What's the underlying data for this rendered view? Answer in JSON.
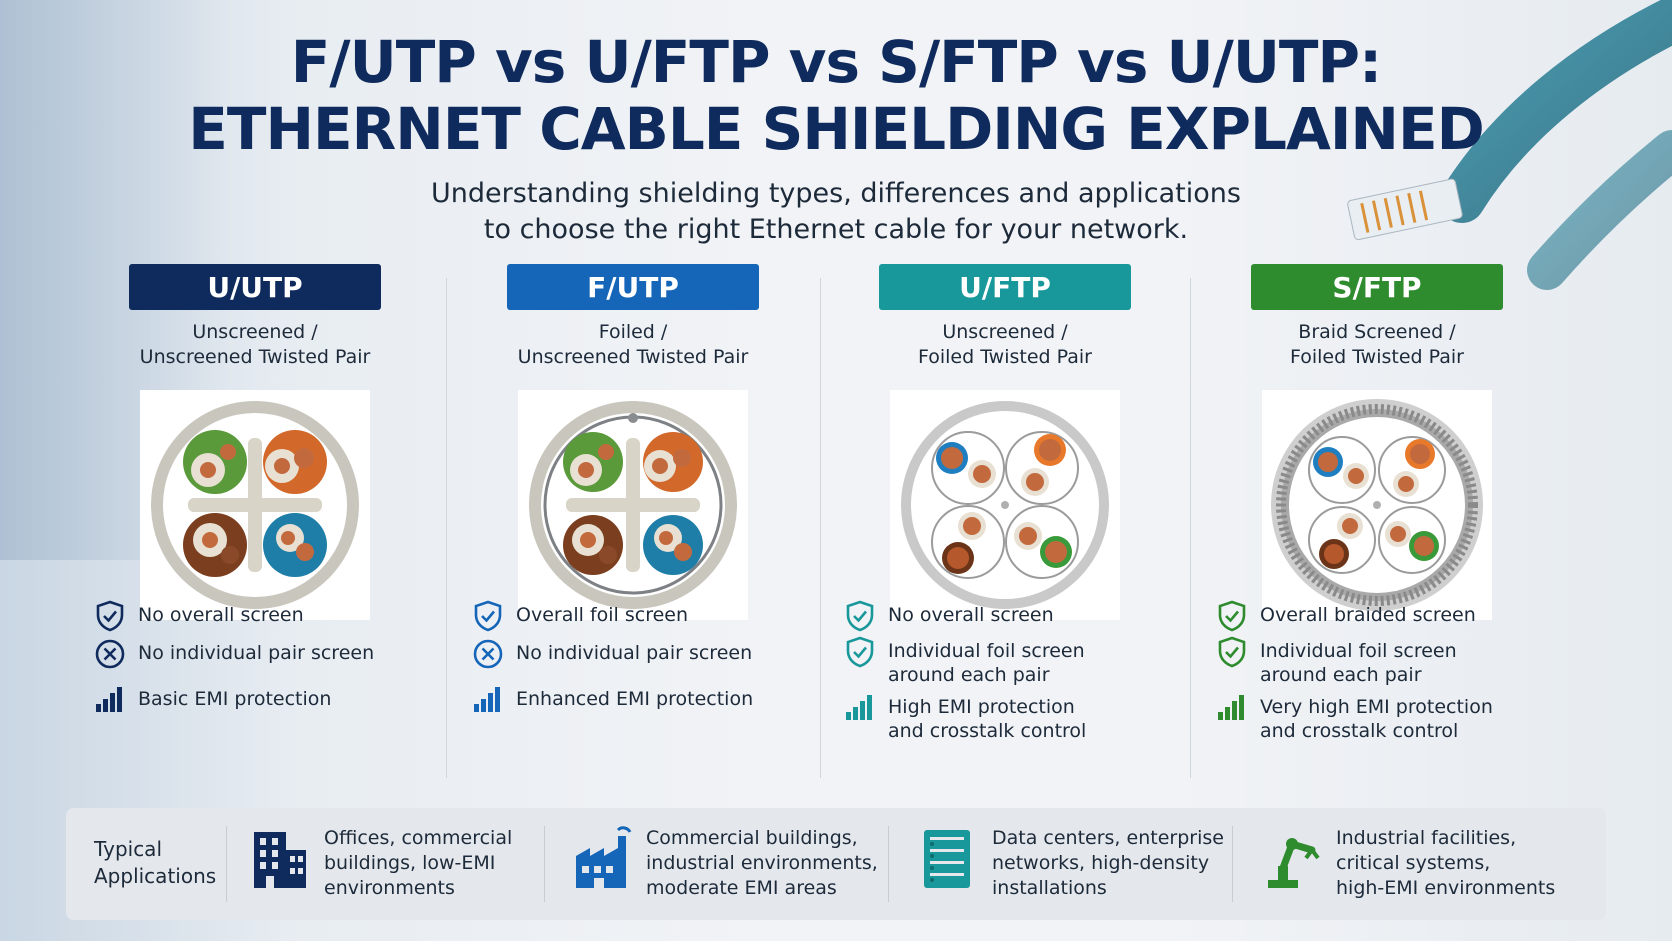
{
  "title": {
    "line1": "F/UTP vs U/FTP vs S/FTP vs U/UTP:",
    "line2": "ETHERNET CABLE SHIELDING EXPLAINED"
  },
  "subtitle": {
    "line1": "Understanding shielding types, differences and applications",
    "line2": "to choose the right Ethernet cable for your network."
  },
  "colors": {
    "navy": "#0f2a5c",
    "blue": "#1565b8",
    "teal": "#18989a",
    "green": "#2e8b2e"
  },
  "cables": [
    {
      "name": "U/UTP",
      "desc1": "Unscreened /",
      "desc2": "Unscreened Twisted Pair",
      "color": "#0f2a5c",
      "f1": "No overall screen",
      "f2": "No individual pair screen",
      "f3a": "Basic EMI protection",
      "f3b": "",
      "f1_icon": "shield-check-icon",
      "f2_icon": "x-circle-icon",
      "f3_icon": "signal-bars-icon"
    },
    {
      "name": "F/UTP",
      "desc1": "Foiled /",
      "desc2": "Unscreened Twisted Pair",
      "color": "#1565b8",
      "f1": "Overall foil screen",
      "f2": "No individual pair screen",
      "f3a": "Enhanced EMI protection",
      "f3b": "",
      "f1_icon": "shield-check-icon",
      "f2_icon": "x-circle-icon",
      "f3_icon": "signal-bars-icon"
    },
    {
      "name": "U/FTP",
      "desc1": "Unscreened /",
      "desc2": "Foiled Twisted Pair",
      "color": "#18989a",
      "f1": "No overall screen",
      "f2a": "Individual foil screen",
      "f2b": "around each pair",
      "f3a": "High EMI protection",
      "f3b": "and crosstalk control",
      "f1_icon": "shield-check-icon",
      "f2_icon": "shield-check-icon",
      "f3_icon": "signal-bars-icon"
    },
    {
      "name": "S/FTP",
      "desc1": "Braid Screened /",
      "desc2": "Foiled Twisted Pair",
      "color": "#2e8b2e",
      "f1": "Overall braided screen",
      "f2a": "Individual foil screen",
      "f2b": "around each pair",
      "f3a": "Very high EMI protection",
      "f3b": "and crosstalk control",
      "f1_icon": "shield-check-icon",
      "f2_icon": "shield-check-icon",
      "f3_icon": "signal-bars-icon"
    }
  ],
  "applications": {
    "label1": "Typical",
    "label2": "Applications",
    "items": [
      {
        "icon": "office-building-icon",
        "l1": "Offices, commercial",
        "l2": "buildings, low-EMI",
        "l3": "environments"
      },
      {
        "icon": "factory-icon",
        "l1": "Commercial buildings,",
        "l2": "industrial environments,",
        "l3": "moderate EMI areas"
      },
      {
        "icon": "server-rack-icon",
        "l1": "Data centers, enterprise",
        "l2": "networks, high-density",
        "l3": "installations"
      },
      {
        "icon": "robot-arm-icon",
        "l1": "Industrial facilities,",
        "l2": "critical systems,",
        "l3": "high-EMI environments"
      }
    ]
  }
}
